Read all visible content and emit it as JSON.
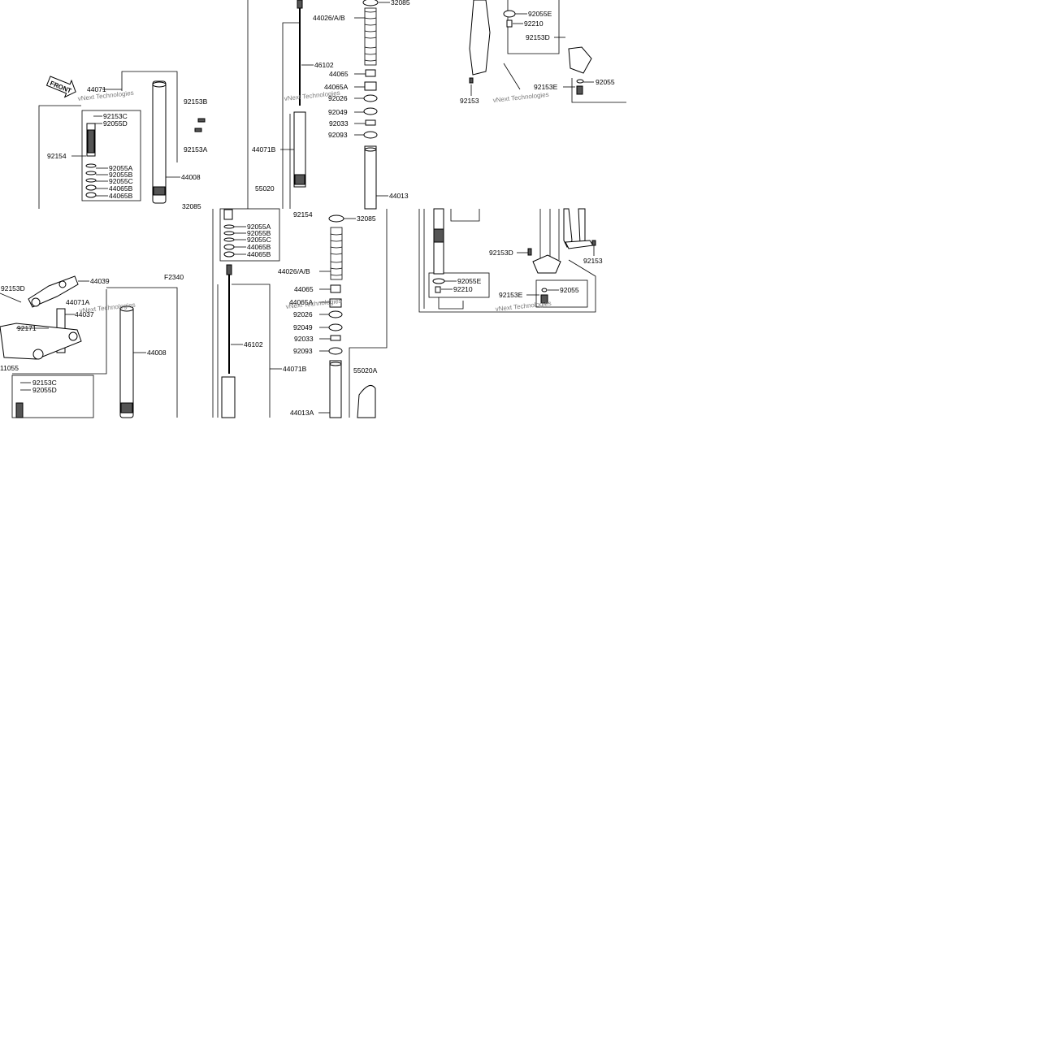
{
  "figure_code": "F2340",
  "front_sign": "FRONT",
  "watermark": "vNext Technologies",
  "tiles": {
    "a": [
      "44071",
      "92153C",
      "92055D",
      "92154",
      "92055A",
      "92055B",
      "92055C",
      "44065B",
      "44065B",
      "44008",
      "92153B",
      "92153A",
      "32085"
    ],
    "b": [
      "32085",
      "44026/A/B",
      "46102",
      "44065",
      "44065A",
      "92026",
      "92049",
      "92033",
      "92093",
      "44071B",
      "55020",
      "44013",
      "92154"
    ],
    "c": [
      "92055E",
      "92210",
      "92153D",
      "92153E",
      "92055",
      "92153"
    ],
    "d": [
      "92153D",
      "44039",
      "44071A",
      "44037",
      "92171",
      "44008",
      "11055",
      "92153C",
      "92055D"
    ],
    "e": [
      "92055A",
      "92055B",
      "92055C",
      "44065B",
      "44065B",
      "32085",
      "44026/A/B",
      "44065",
      "44065A",
      "92026",
      "92049",
      "92033",
      "92093",
      "46102",
      "44071B",
      "55020A",
      "44013A"
    ],
    "f": [
      "92153D",
      "92153",
      "92055E",
      "92210",
      "92153E",
      "92055"
    ]
  }
}
